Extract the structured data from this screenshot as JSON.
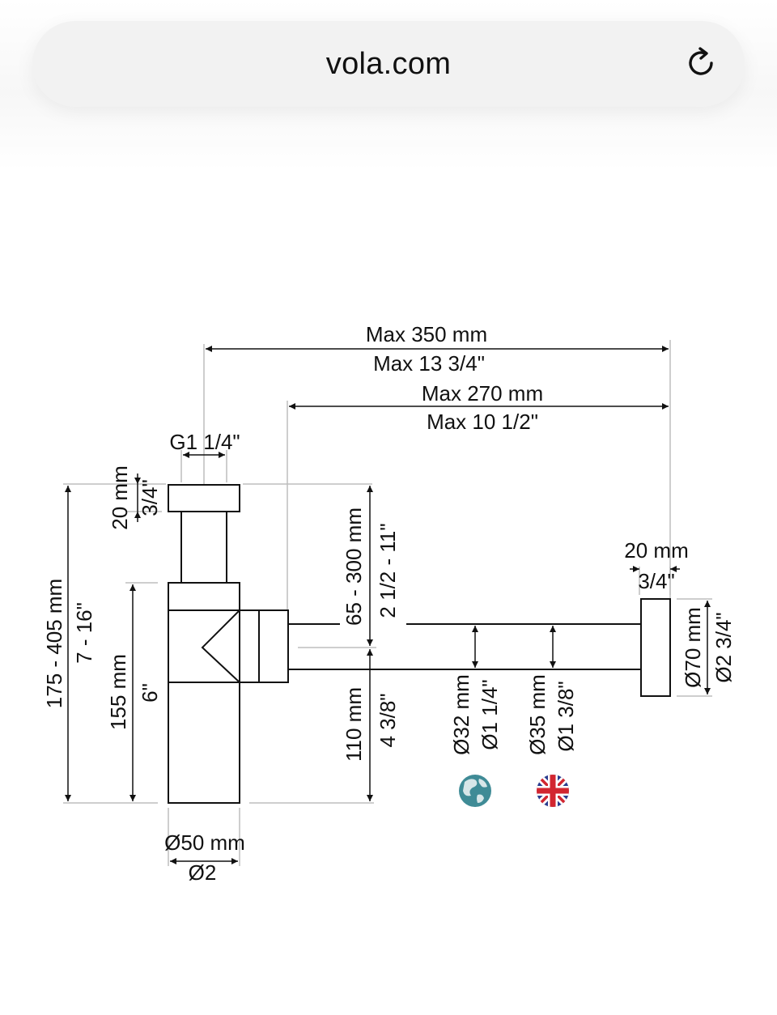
{
  "browser": {
    "url": "vola.com"
  },
  "drawing": {
    "labels": {
      "max_350": "Max 350 mm",
      "max_13_34": "Max 13 3/4\"",
      "max_270": "Max 270 mm",
      "max_10_12": "Max 10 1/2\"",
      "g1_14": "G1 1/4\"",
      "h20mm": "20 mm",
      "h34": "3/4\"",
      "h175_405": "175 - 405 mm",
      "h7_16": "7 - 16\"",
      "h155": "155 mm",
      "h6": "6\"",
      "h65_300": "65 - 300 mm",
      "h2_12_11": "2 1/2 - 11\"",
      "h110": "110 mm",
      "h4_38": "4 3/8\"",
      "d32": "Ø32 mm",
      "d1_14": "Ø1 1/4\"",
      "d35": "Ø35 mm",
      "d1_38": "Ø1 3/8\"",
      "r20": "20 mm",
      "r34": "3/4\"",
      "d70": "Ø70 mm",
      "d2_34": "Ø2 3/4\"",
      "d50": "Ø50 mm",
      "d2": "Ø2"
    },
    "icons": [
      "globe-icon",
      "uk-flag-icon"
    ],
    "colors": {
      "line": "#111111",
      "ext_line": "#bdbdbd"
    }
  }
}
